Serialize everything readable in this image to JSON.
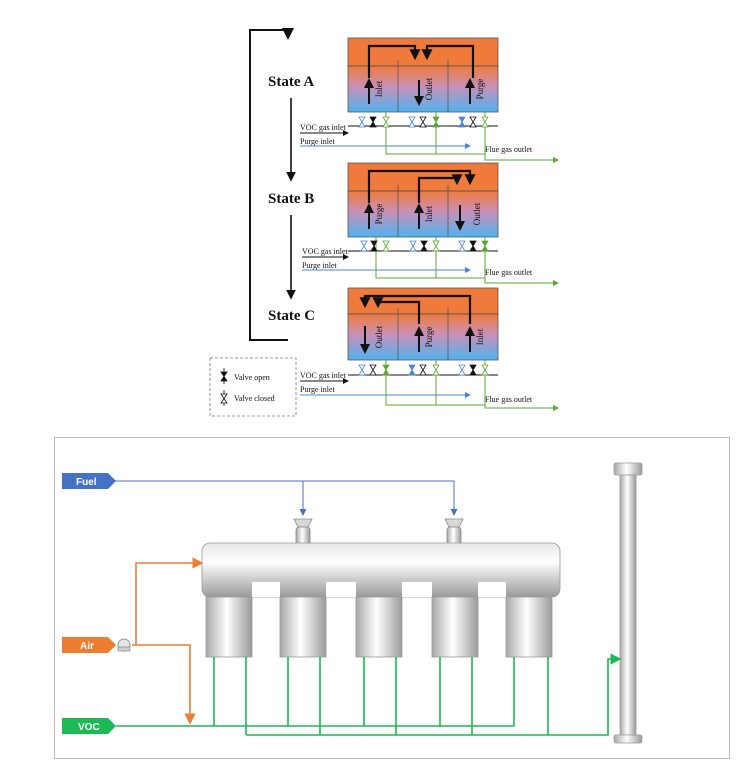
{
  "states": [
    {
      "label": "State A",
      "cells": [
        "Inlet",
        "Outlet",
        "Purge"
      ]
    },
    {
      "label": "State B",
      "cells": [
        "Purge",
        "Inlet",
        "Outlet"
      ]
    },
    {
      "label": "State C",
      "cells": [
        "Outlet",
        "Purge",
        "Inlet"
      ]
    }
  ],
  "pipes": {
    "voc_inlet": "VOC gas inlet",
    "purge_inlet": "Purge inlet",
    "flue_outlet": "Flue gas outlet"
  },
  "legend": {
    "open": "Valve open",
    "closed": "Valve closed"
  },
  "process": {
    "fuel": "Fuel",
    "air": "Air",
    "voc": "VOC"
  },
  "colors": {
    "hot": "#f07a3c",
    "cold": "#4fb3f0",
    "fuel_line": "#4472c4",
    "air_line": "#ed7d31",
    "voc_line": "#1db954",
    "flue_line": "#5aa832",
    "purge_line": "#4a86d6"
  }
}
